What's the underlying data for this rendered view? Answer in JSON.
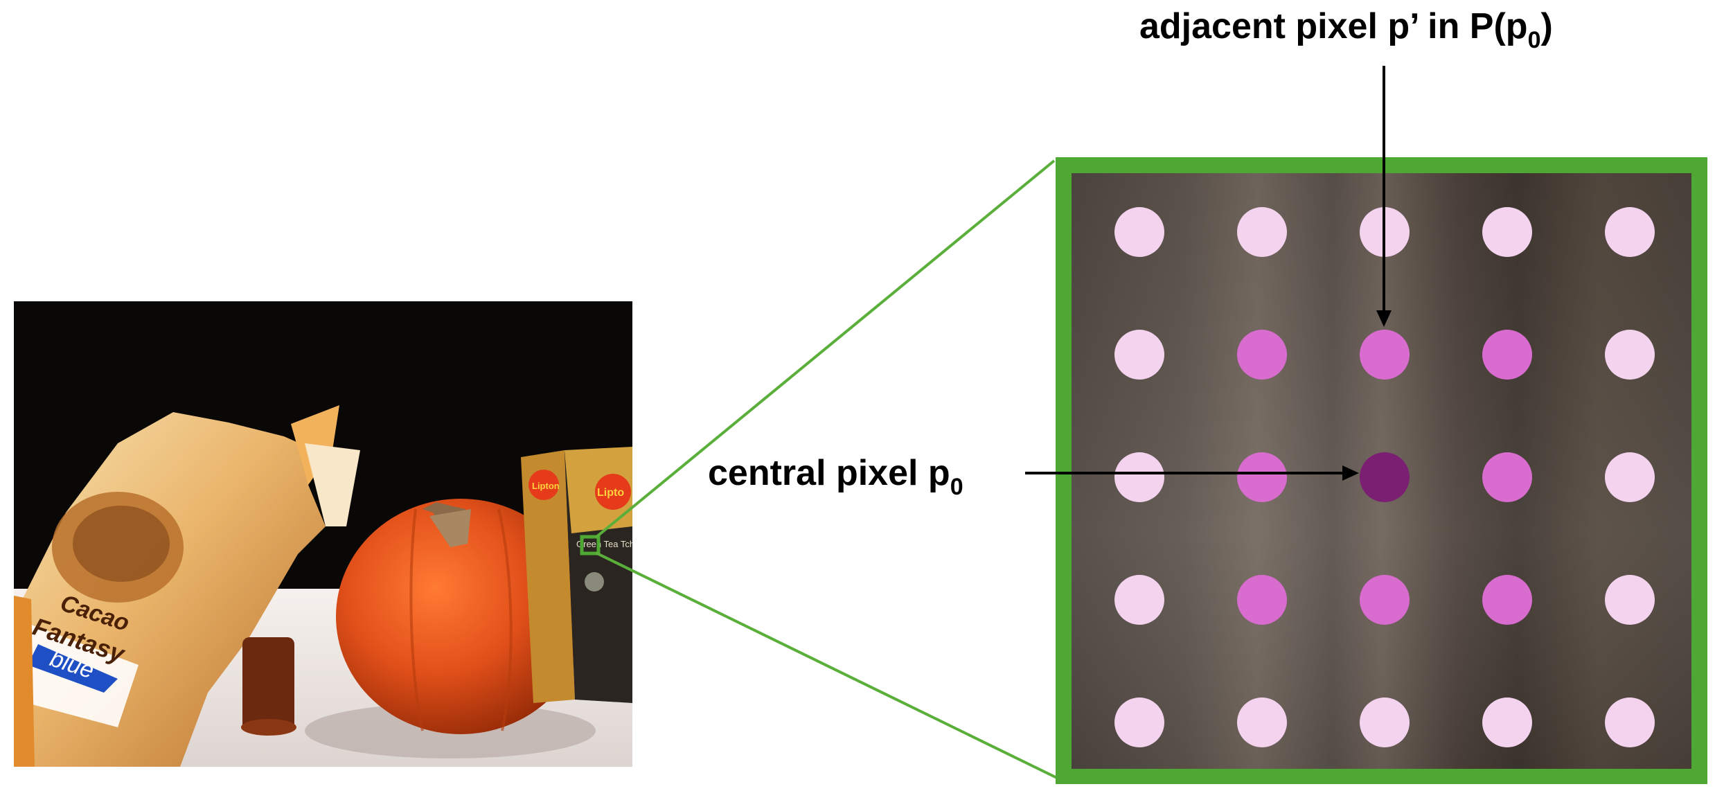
{
  "labels": {
    "adjacent": "adjacent pixel p’ in P(p",
    "adjacent_sub": "0",
    "adjacent_close": ")",
    "central": "central pixel p",
    "central_sub": "0"
  },
  "photo_text": {
    "bag_line1": "Cacao",
    "bag_line2": "Fantasy",
    "bag_line3": "blue",
    "box_brand": "Lipton",
    "box_brand2": "Lipto",
    "box_tea": "Green Tea Tch"
  },
  "grid": {
    "rows": 5,
    "cols": 5,
    "central_cell": [
      2,
      2
    ],
    "adjacent_cells": [
      [
        1,
        1
      ],
      [
        1,
        2
      ],
      [
        1,
        3
      ],
      [
        2,
        1
      ],
      [
        2,
        3
      ],
      [
        3,
        1
      ],
      [
        3,
        2
      ],
      [
        3,
        3
      ]
    ]
  },
  "colors": {
    "frame_green": "#4ea833",
    "connector_green": "#5aaf3a",
    "outer_pixel": "#f3d3ee",
    "adjacent_pixel": "#d96ccf",
    "central_pixel": "#7b1f73",
    "arrow": "#000000"
  }
}
